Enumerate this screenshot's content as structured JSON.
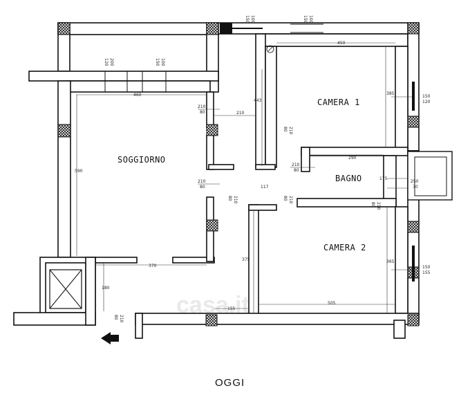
{
  "rooms": {
    "soggiorno": "SOGGIORNO",
    "camera1": "CAMERA 1",
    "bagno": "BAGNO",
    "camera2": "CAMERA 2"
  },
  "dimensions": {
    "top_window_150": "150",
    "top_window_100": "100",
    "top_window2_150": "150",
    "top_window2_100": "100",
    "liv_window_120": "120",
    "liv_window_200": "200",
    "liv_window2_150": "150",
    "liv_window2_100": "100",
    "cam1_width": "450",
    "cam1_height": "385",
    "cam1_win_150": "150",
    "cam1_win_120": "120",
    "liv_width": "460",
    "corr_443": "443",
    "door_210_a": "210",
    "door_80_a": "80",
    "door_210_c": "210",
    "cam1_door_80": "80",
    "cam1_door_210": "210",
    "liv_height": "590",
    "door_210_b": "210",
    "door_80_b": "80",
    "corr_117": "117",
    "v_80_a": "80",
    "v_210_a": "210",
    "v_80_b": "80",
    "v_210_b": "210",
    "bagno_290": "290",
    "bagno_175": "175",
    "bagno_door_210": "210",
    "bagno_door_80": "80",
    "bagno_win_250": "250",
    "bagno_win_70": "70",
    "v_80_c": "80",
    "v_210_c": "210",
    "cam2_375": "375",
    "cam2_365": "365",
    "cam2_win_150": "150",
    "cam2_win_155": "155",
    "hall_370": "370",
    "hall_180": "180",
    "cam2_505": "505",
    "c_155": "155",
    "entry_80": "80",
    "entry_210": "210"
  },
  "watermark": "casa.it",
  "caption": "OGGI"
}
